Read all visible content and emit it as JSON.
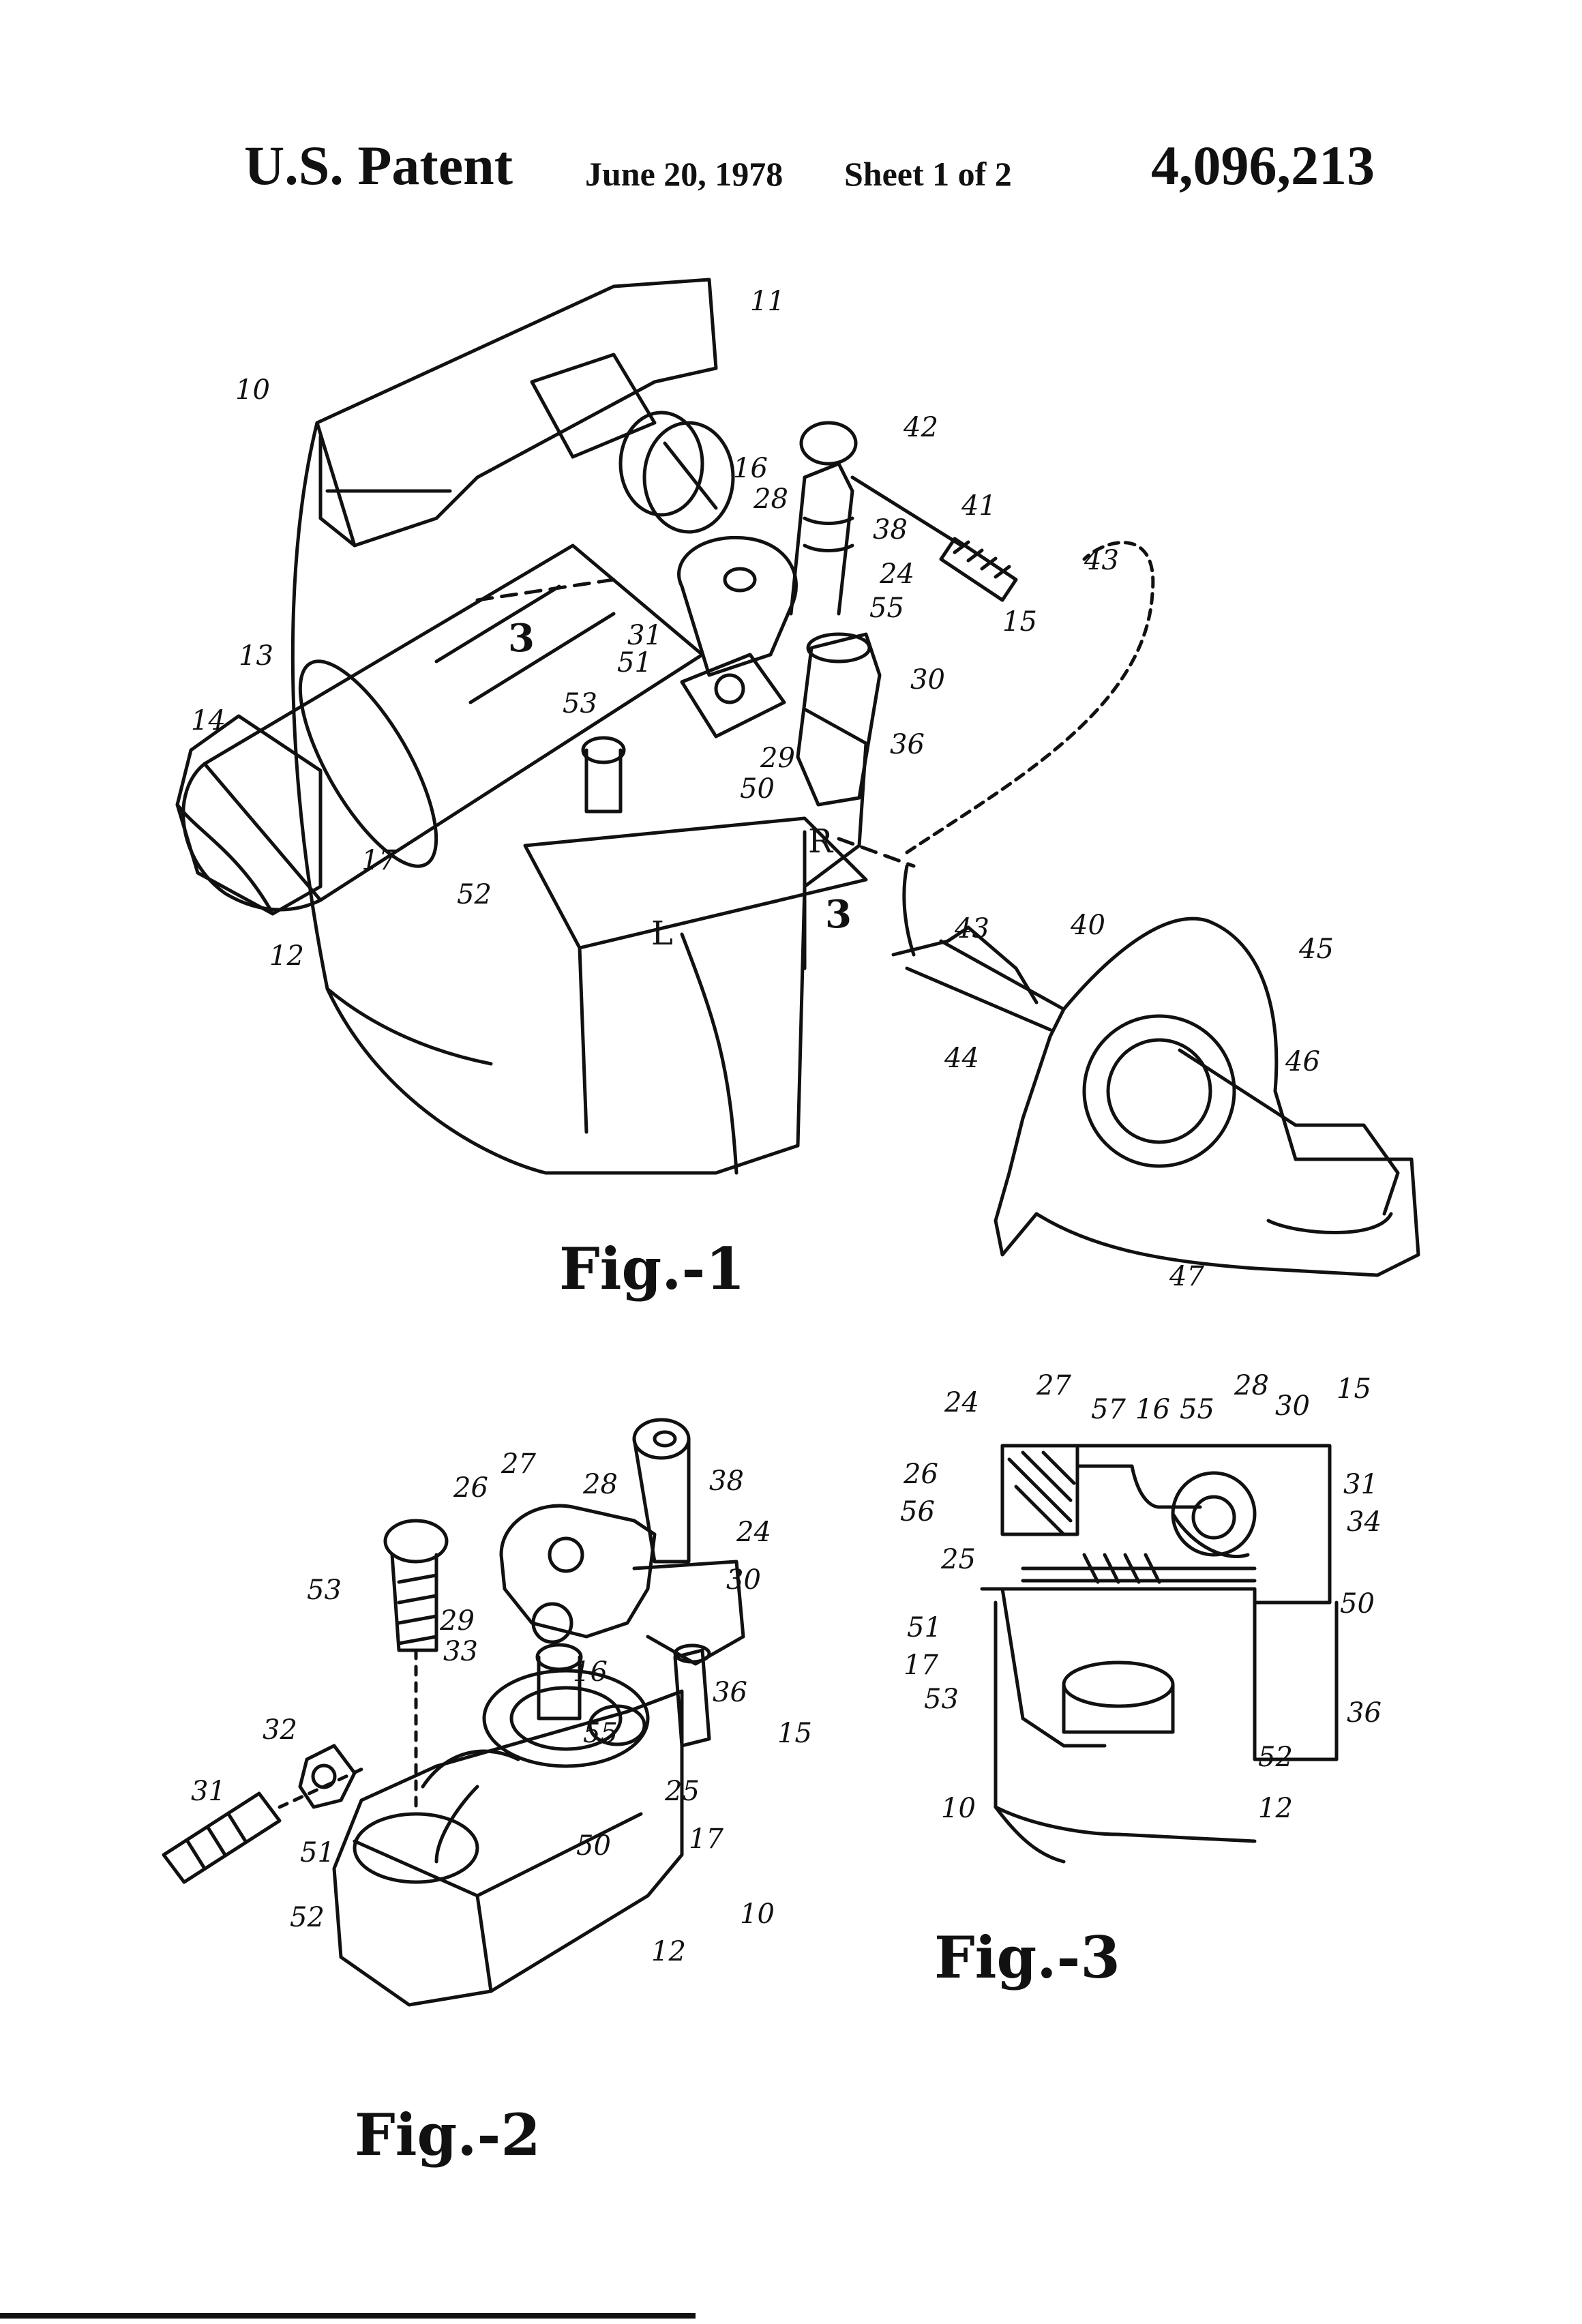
{
  "header": {
    "label": "U.S. Patent",
    "date": "June 20, 1978",
    "sheet": "Sheet 1 of 2",
    "patent_number": "4,096,213"
  },
  "figures": [
    {
      "caption": "Fig.-1",
      "labels": [
        "10",
        "11",
        "12",
        "13",
        "14",
        "15",
        "16",
        "17",
        "24",
        "28",
        "29",
        "30",
        "31",
        "36",
        "38",
        "40",
        "41",
        "42",
        "43",
        "43",
        "44",
        "45",
        "46",
        "47",
        "50",
        "51",
        "52",
        "53",
        "55",
        "3",
        "3",
        "L",
        "R"
      ]
    },
    {
      "caption": "Fig.-2",
      "labels": [
        "10",
        "12",
        "15",
        "16",
        "17",
        "24",
        "25",
        "26",
        "27",
        "28",
        "29",
        "30",
        "31",
        "32",
        "33",
        "36",
        "38",
        "50",
        "51",
        "52",
        "53",
        "55"
      ]
    },
    {
      "caption": "Fig.-3",
      "labels": [
        "10",
        "12",
        "15",
        "16",
        "17",
        "24",
        "25",
        "26",
        "27",
        "28",
        "30",
        "31",
        "34",
        "36",
        "50",
        "51",
        "52",
        "53",
        "55",
        "56",
        "57"
      ]
    }
  ]
}
